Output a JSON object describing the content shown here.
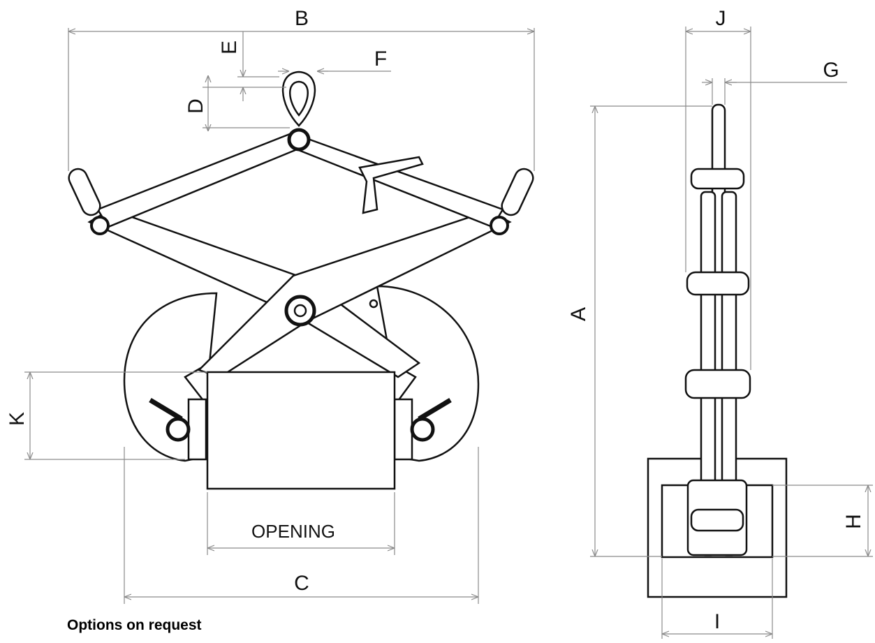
{
  "labels": {
    "A": "A",
    "B": "B",
    "C": "C",
    "D": "D",
    "E": "E",
    "F": "F",
    "G": "G",
    "H": "H",
    "I": "I",
    "J": "J",
    "K": "K",
    "opening": "OPENING"
  },
  "note": "Options on request",
  "colors": {
    "line": "#111111",
    "dim": "#8a8a8a",
    "background": "#ffffff"
  }
}
